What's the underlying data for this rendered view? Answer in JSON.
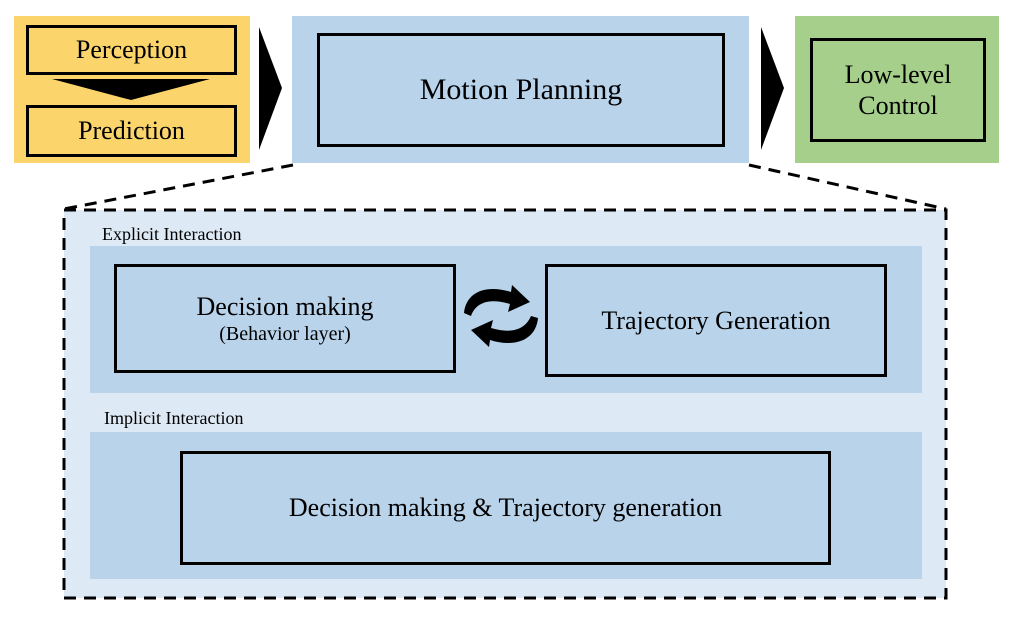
{
  "top_row": {
    "perception": "Perception",
    "prediction": "Prediction",
    "motion_planning": "Motion Planning",
    "low_level_control_line1": "Low-level",
    "low_level_control_line2": "Control"
  },
  "detail": {
    "explicit": {
      "section_label": "Explicit Interaction",
      "decision_making": "Decision making",
      "behavior_layer": "(Behavior layer)",
      "trajectory_generation": "Trajectory Generation"
    },
    "implicit": {
      "section_label": "Implicit Interaction",
      "combined": "Decision making & Trajectory generation"
    }
  },
  "colors": {
    "yellow": "#fbd56b",
    "blue": "#b9d3eb",
    "green": "#a5cf8a",
    "light_blue": "#dde9f5"
  }
}
